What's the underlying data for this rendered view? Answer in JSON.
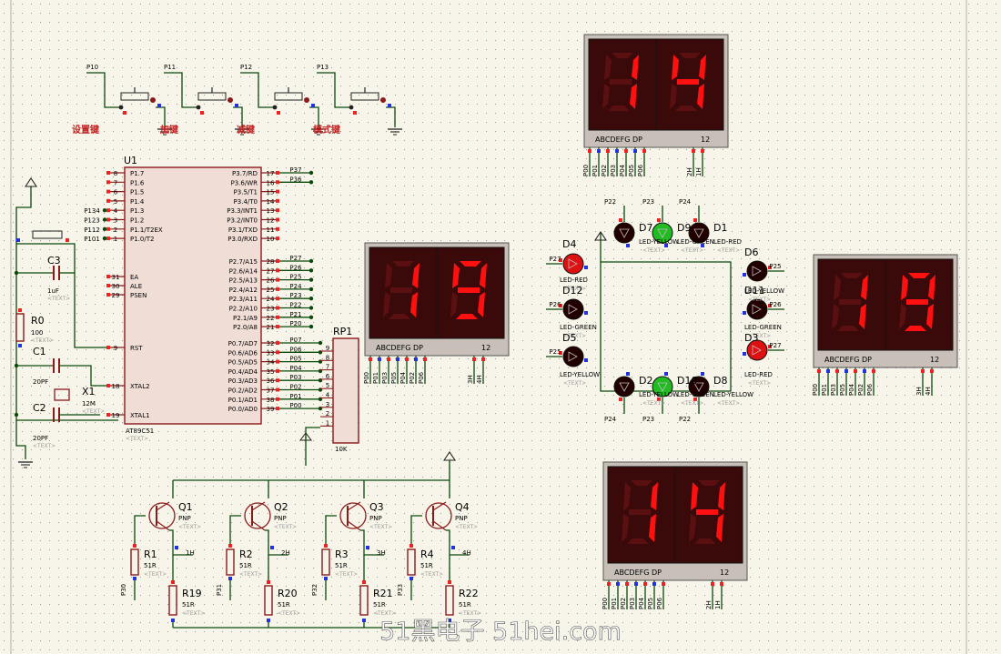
{
  "buttons": {
    "nets": [
      "P10",
      "P11",
      "P12",
      "P13"
    ],
    "labels": [
      "设置键",
      "加键",
      "减键",
      "模式键"
    ]
  },
  "mcu": {
    "ref": "U1",
    "part": "AT89C51",
    "text": "<TEXT>",
    "left_pins": [
      {
        "num": "8",
        "name": "P1.7",
        "net": ""
      },
      {
        "num": "7",
        "name": "P1.6",
        "net": ""
      },
      {
        "num": "6",
        "name": "P1.5",
        "net": ""
      },
      {
        "num": "5",
        "name": "P1.4",
        "net": ""
      },
      {
        "num": "4",
        "name": "P1.3",
        "net": "P134"
      },
      {
        "num": "3",
        "name": "P1.2",
        "net": "P123"
      },
      {
        "num": "2",
        "name": "P1.1/T2EX",
        "net": "P112"
      },
      {
        "num": "1",
        "name": "P1.0/T2",
        "net": "P101"
      }
    ],
    "left_ctrl": [
      {
        "num": "31",
        "name": "EA"
      },
      {
        "num": "30",
        "name": "ALE"
      },
      {
        "num": "29",
        "name": "PSEN"
      }
    ],
    "rst": {
      "num": "9",
      "name": "RST"
    },
    "xtal": [
      {
        "num": "18",
        "name": "XTAL2"
      },
      {
        "num": "19",
        "name": "XTAL1"
      }
    ],
    "p3_pins": [
      {
        "num": "17",
        "name": "P3.7/RD",
        "net": "P37"
      },
      {
        "num": "16",
        "name": "P3.6/WR",
        "net": "P36"
      },
      {
        "num": "15",
        "name": "P3.5/T1",
        "net": ""
      },
      {
        "num": "14",
        "name": "P3.4/T0",
        "net": ""
      },
      {
        "num": "13",
        "name": "P3.3/INT1",
        "net": ""
      },
      {
        "num": "12",
        "name": "P3.2/INT0",
        "net": ""
      },
      {
        "num": "11",
        "name": "P3.1/TXD",
        "net": ""
      },
      {
        "num": "10",
        "name": "P3.0/RXD",
        "net": ""
      }
    ],
    "p2_pins": [
      {
        "num": "28",
        "name": "P2.7/A15",
        "net": "P27"
      },
      {
        "num": "27",
        "name": "P2.6/A14",
        "net": "P26"
      },
      {
        "num": "26",
        "name": "P2.5/A13",
        "net": "P25"
      },
      {
        "num": "25",
        "name": "P2.4/A12",
        "net": "P24"
      },
      {
        "num": "24",
        "name": "P2.3/A11",
        "net": "P23"
      },
      {
        "num": "23",
        "name": "P2.2/A10",
        "net": "P22"
      },
      {
        "num": "22",
        "name": "P2.1/A9",
        "net": "P21"
      },
      {
        "num": "21",
        "name": "P2.0/A8",
        "net": "P20"
      }
    ],
    "p0_pins": [
      {
        "num": "32",
        "name": "P0.7/AD7",
        "net": "P07"
      },
      {
        "num": "33",
        "name": "P0.6/AD6",
        "net": "P06"
      },
      {
        "num": "34",
        "name": "P0.5/AD5",
        "net": "P05"
      },
      {
        "num": "35",
        "name": "P0.4/AD4",
        "net": "P04"
      },
      {
        "num": "36",
        "name": "P0.3/AD3",
        "net": "P03"
      },
      {
        "num": "37",
        "name": "P0.2/AD2",
        "net": "P02"
      },
      {
        "num": "38",
        "name": "P0.1/AD1",
        "net": "P01"
      },
      {
        "num": "39",
        "name": "P0.0/AD0",
        "net": "P00"
      }
    ]
  },
  "rp1": {
    "ref": "RP1",
    "value": "10K",
    "pins": [
      "9",
      "8",
      "7",
      "6",
      "5",
      "4",
      "3",
      "2",
      "1"
    ]
  },
  "passives": [
    {
      "ref": "C3",
      "value": "1uF"
    },
    {
      "ref": "R0",
      "value": "100"
    },
    {
      "ref": "C1",
      "value": "20PF"
    },
    {
      "ref": "C2",
      "value": "20PF"
    },
    {
      "ref": "X1",
      "value": "12M"
    }
  ],
  "transistors": [
    {
      "ref": "Q1",
      "type": "PNP",
      "r_ref": "R1",
      "r_val": "51R",
      "r2_ref": "R19",
      "r2_val": "51R",
      "net_in": "P30",
      "net_out": "1H"
    },
    {
      "ref": "Q2",
      "type": "PNP",
      "r_ref": "R2",
      "r_val": "51R",
      "r2_ref": "R20",
      "r2_val": "51R",
      "net_in": "P31",
      "net_out": "2H"
    },
    {
      "ref": "Q3",
      "type": "PNP",
      "r_ref": "R3",
      "r_val": "51R",
      "r2_ref": "R21",
      "r2_val": "51R",
      "net_in": "P32",
      "net_out": "3H"
    },
    {
      "ref": "Q4",
      "type": "PNP",
      "r_ref": "R4",
      "r_val": "51R",
      "r2_ref": "R22",
      "r2_val": "51R",
      "net_in": "P33",
      "net_out": "4H"
    }
  ],
  "displays": [
    {
      "id": "top",
      "value": "14",
      "segs": "ABCDEFG  DP",
      "nums": "12",
      "seg_nets": [
        "P00",
        "P01",
        "P02",
        "P03",
        "P04",
        "P05",
        "P06"
      ],
      "digit_nets": [
        "2H",
        "1H"
      ]
    },
    {
      "id": "left",
      "value": "19",
      "segs": "ABCDEFG  DP",
      "nums": "12",
      "seg_nets": [
        "P00",
        "P01",
        "P03",
        "P05",
        "P04",
        "P02",
        "P06"
      ],
      "digit_nets": [
        "3H",
        "4H"
      ]
    },
    {
      "id": "right",
      "value": "19",
      "segs": "ABCDEFG  DP",
      "nums": "12",
      "seg_nets": [
        "P00",
        "P01",
        "P03",
        "P05",
        "P04",
        "P02",
        "P06"
      ],
      "digit_nets": [
        "3H",
        "4H"
      ]
    },
    {
      "id": "bottom",
      "value": "14",
      "segs": "ABCDEFG  DP",
      "nums": "12",
      "seg_nets": [
        "P00",
        "P01",
        "P02",
        "P03",
        "P04",
        "P05",
        "P06"
      ],
      "digit_nets": [
        "2H",
        "1H"
      ]
    }
  ],
  "leds": [
    {
      "ref": "D4",
      "label": "LED-RED",
      "net": "P27",
      "color": "#dd1111",
      "lit": true
    },
    {
      "ref": "D12",
      "label": "LED-GREEN",
      "net": "P26",
      "color": "#220000",
      "lit": false
    },
    {
      "ref": "D5",
      "label": "LED-YELLOW",
      "net": "P25",
      "color": "#220000",
      "lit": false
    },
    {
      "ref": "D6",
      "label": "LED-YELLOW",
      "net": "P25",
      "color": "#220000",
      "lit": false
    },
    {
      "ref": "D11",
      "label": "LED-GREEN",
      "net": "P26",
      "color": "#220000",
      "lit": false
    },
    {
      "ref": "D3",
      "label": "LED-RED",
      "net": "P27",
      "color": "#dd1111",
      "lit": true
    },
    {
      "ref": "D7",
      "label": "LED-YELLOW",
      "net": "P22",
      "color": "#220000",
      "lit": false
    },
    {
      "ref": "D9",
      "label": "LED-GREEN",
      "net": "P23",
      "color": "#22bb22",
      "lit": true
    },
    {
      "ref": "D1",
      "label": "LED-RED",
      "net": "P24",
      "color": "#220000",
      "lit": false
    },
    {
      "ref": "D2",
      "label": "LED-YELLOW",
      "net": "P24",
      "color": "#220000",
      "lit": false
    },
    {
      "ref": "D10",
      "label": "LED-GREEN",
      "net": "P23",
      "color": "#22bb22",
      "lit": true
    },
    {
      "ref": "D8",
      "label": "LED-YELLOW",
      "net": "P22",
      "color": "#220000",
      "lit": false
    }
  ],
  "text_tag": "<TEXT>",
  "watermark": "51黑电子 51hei.com",
  "colors": {
    "background": "#f7f5ea",
    "wire": "#0a4a0a",
    "component": "#8b1a1a",
    "display_bg": "#3a0a0a",
    "segment_on": "#ff1010",
    "segment_off": "#5a1010",
    "pin_red": "#ee2222",
    "pin_blue": "#2233dd"
  }
}
